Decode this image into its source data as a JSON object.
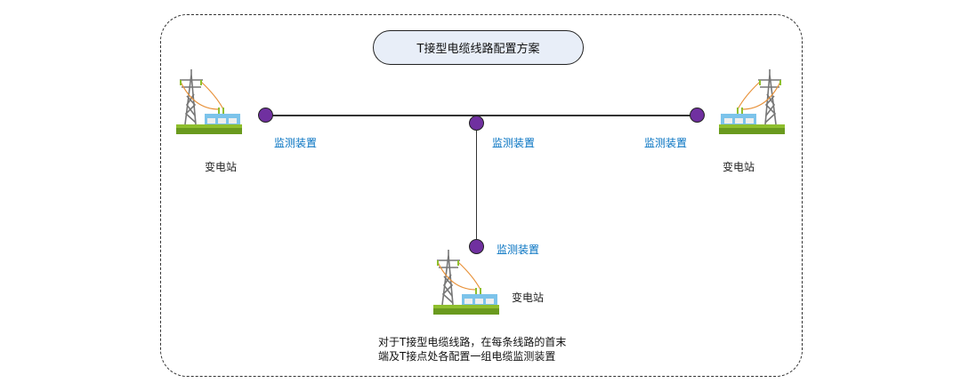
{
  "title": "T接型电缆线路配置方案",
  "monitor_labels": [
    "监测装置",
    "监测装置",
    "监测装置",
    "监测装置"
  ],
  "substation_labels": [
    "变电站",
    "变电站",
    "变电站"
  ],
  "note": [
    "对于T接型电缆线路，在每条线路的首末",
    "端及T接点处各配置一组电缆监测装置"
  ],
  "colors": {
    "node": "#7030a0",
    "label": "#0070c0",
    "title_fill": "#e8eef8"
  }
}
